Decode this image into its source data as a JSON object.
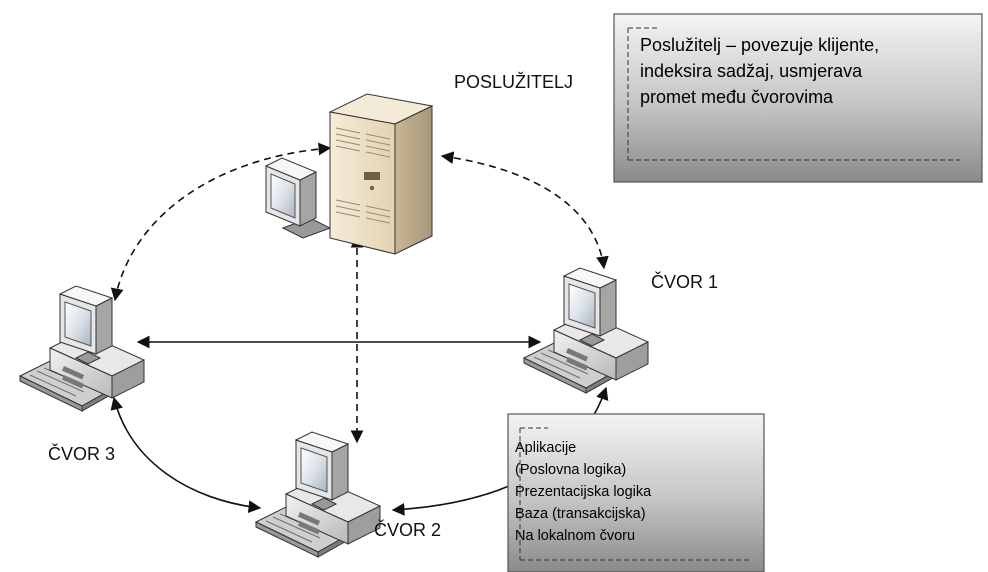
{
  "labels": {
    "server": "POSLUŽITELJ",
    "node1": "ČVOR 1",
    "node2": "ČVOR 2",
    "node3": "ČVOR 3"
  },
  "server_callout": {
    "lines": [
      "Poslužitelj – povezuje klijente,",
      "indeksira sadžaj, usmjerava",
      "promet među čvorovima"
    ]
  },
  "node_callout": {
    "lines": [
      "Aplikacije",
      "(Poslovna logika)",
      "Prezentacijska logika",
      "Baza (transakcijska)",
      "Na lokalnom čvoru"
    ]
  },
  "colors": {
    "callout_fill_top": "#f4f4f4",
    "callout_fill_bottom": "#8c8c8c",
    "server_body": "#e9dcc4",
    "pc_body": "#d9d9d9",
    "connector": "#111111"
  }
}
